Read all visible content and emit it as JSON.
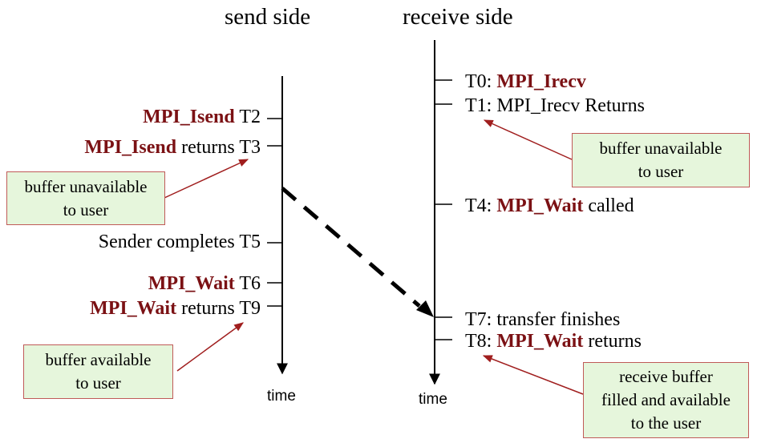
{
  "headers": {
    "send": "send side",
    "receive": "receive side"
  },
  "axis_label": "time",
  "send": {
    "t2": {
      "kw": "MPI_Isend",
      "time": "T2"
    },
    "t3": {
      "kw": "MPI_Isend",
      "rest": "returns",
      "time": "T3"
    },
    "t5": {
      "text": "Sender completes",
      "time": "T5"
    },
    "t6": {
      "kw": "MPI_Wait",
      "time": "T6"
    },
    "t9": {
      "kw": "MPI_Wait",
      "rest": "returns",
      "time": "T9"
    }
  },
  "receive": {
    "t0": {
      "prefix": "T0:",
      "kw": "MPI_Irecv"
    },
    "t1": {
      "text": "T1: MPI_Irecv Returns"
    },
    "t4": {
      "prefix": "T4:",
      "kw": "MPI_Wait",
      "rest": "called"
    },
    "t7": {
      "text": "T7: transfer finishes"
    },
    "t8": {
      "prefix": "T8:",
      "kw": "MPI_Wait",
      "rest": "returns"
    }
  },
  "notes": {
    "send_unavailable": [
      "buffer unavailable",
      "to user"
    ],
    "recv_unavailable": [
      "buffer unavailable",
      "to user"
    ],
    "send_available": [
      "buffer available",
      "to user"
    ],
    "recv_filled": [
      "receive buffer",
      "filled and available",
      "to the user"
    ]
  },
  "colors": {
    "keyword": "#7b1114",
    "note_fill": "#e6f6dc",
    "note_border": "#c05a58",
    "pointer": "#a01e1e"
  }
}
